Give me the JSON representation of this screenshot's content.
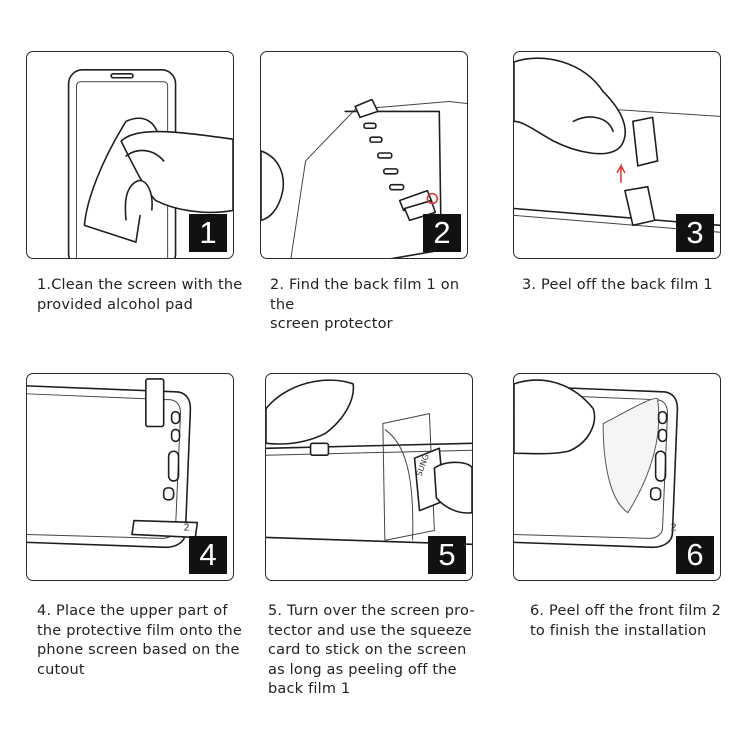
{
  "steps": [
    {
      "number": "1",
      "caption": "1.Clean the screen with the\nprovided alcohol pad"
    },
    {
      "number": "2",
      "caption": "2. Find the back film 1 on the\nscreen protector"
    },
    {
      "number": "3",
      "caption": "3. Peel off the back film 1"
    },
    {
      "number": "4",
      "caption": "4. Place the upper part of\nthe protective film onto the\nphone screen based on the\ncutout"
    },
    {
      "number": "5",
      "caption": "5. Turn over the screen pro-\ntector and use the squeeze\ncard to stick on the screen\nas long as peeling off the\nback film 1"
    },
    {
      "number": "6",
      "caption": "6. Peel off the front film 2\nto finish the installation"
    }
  ],
  "accent_color": "#e03030",
  "icons": [
    "hand-cloth-illustration",
    "film-tab-illustration",
    "peel-illustration",
    "place-film-illustration",
    "squeeze-card-illustration",
    "peel-front-illustration"
  ]
}
